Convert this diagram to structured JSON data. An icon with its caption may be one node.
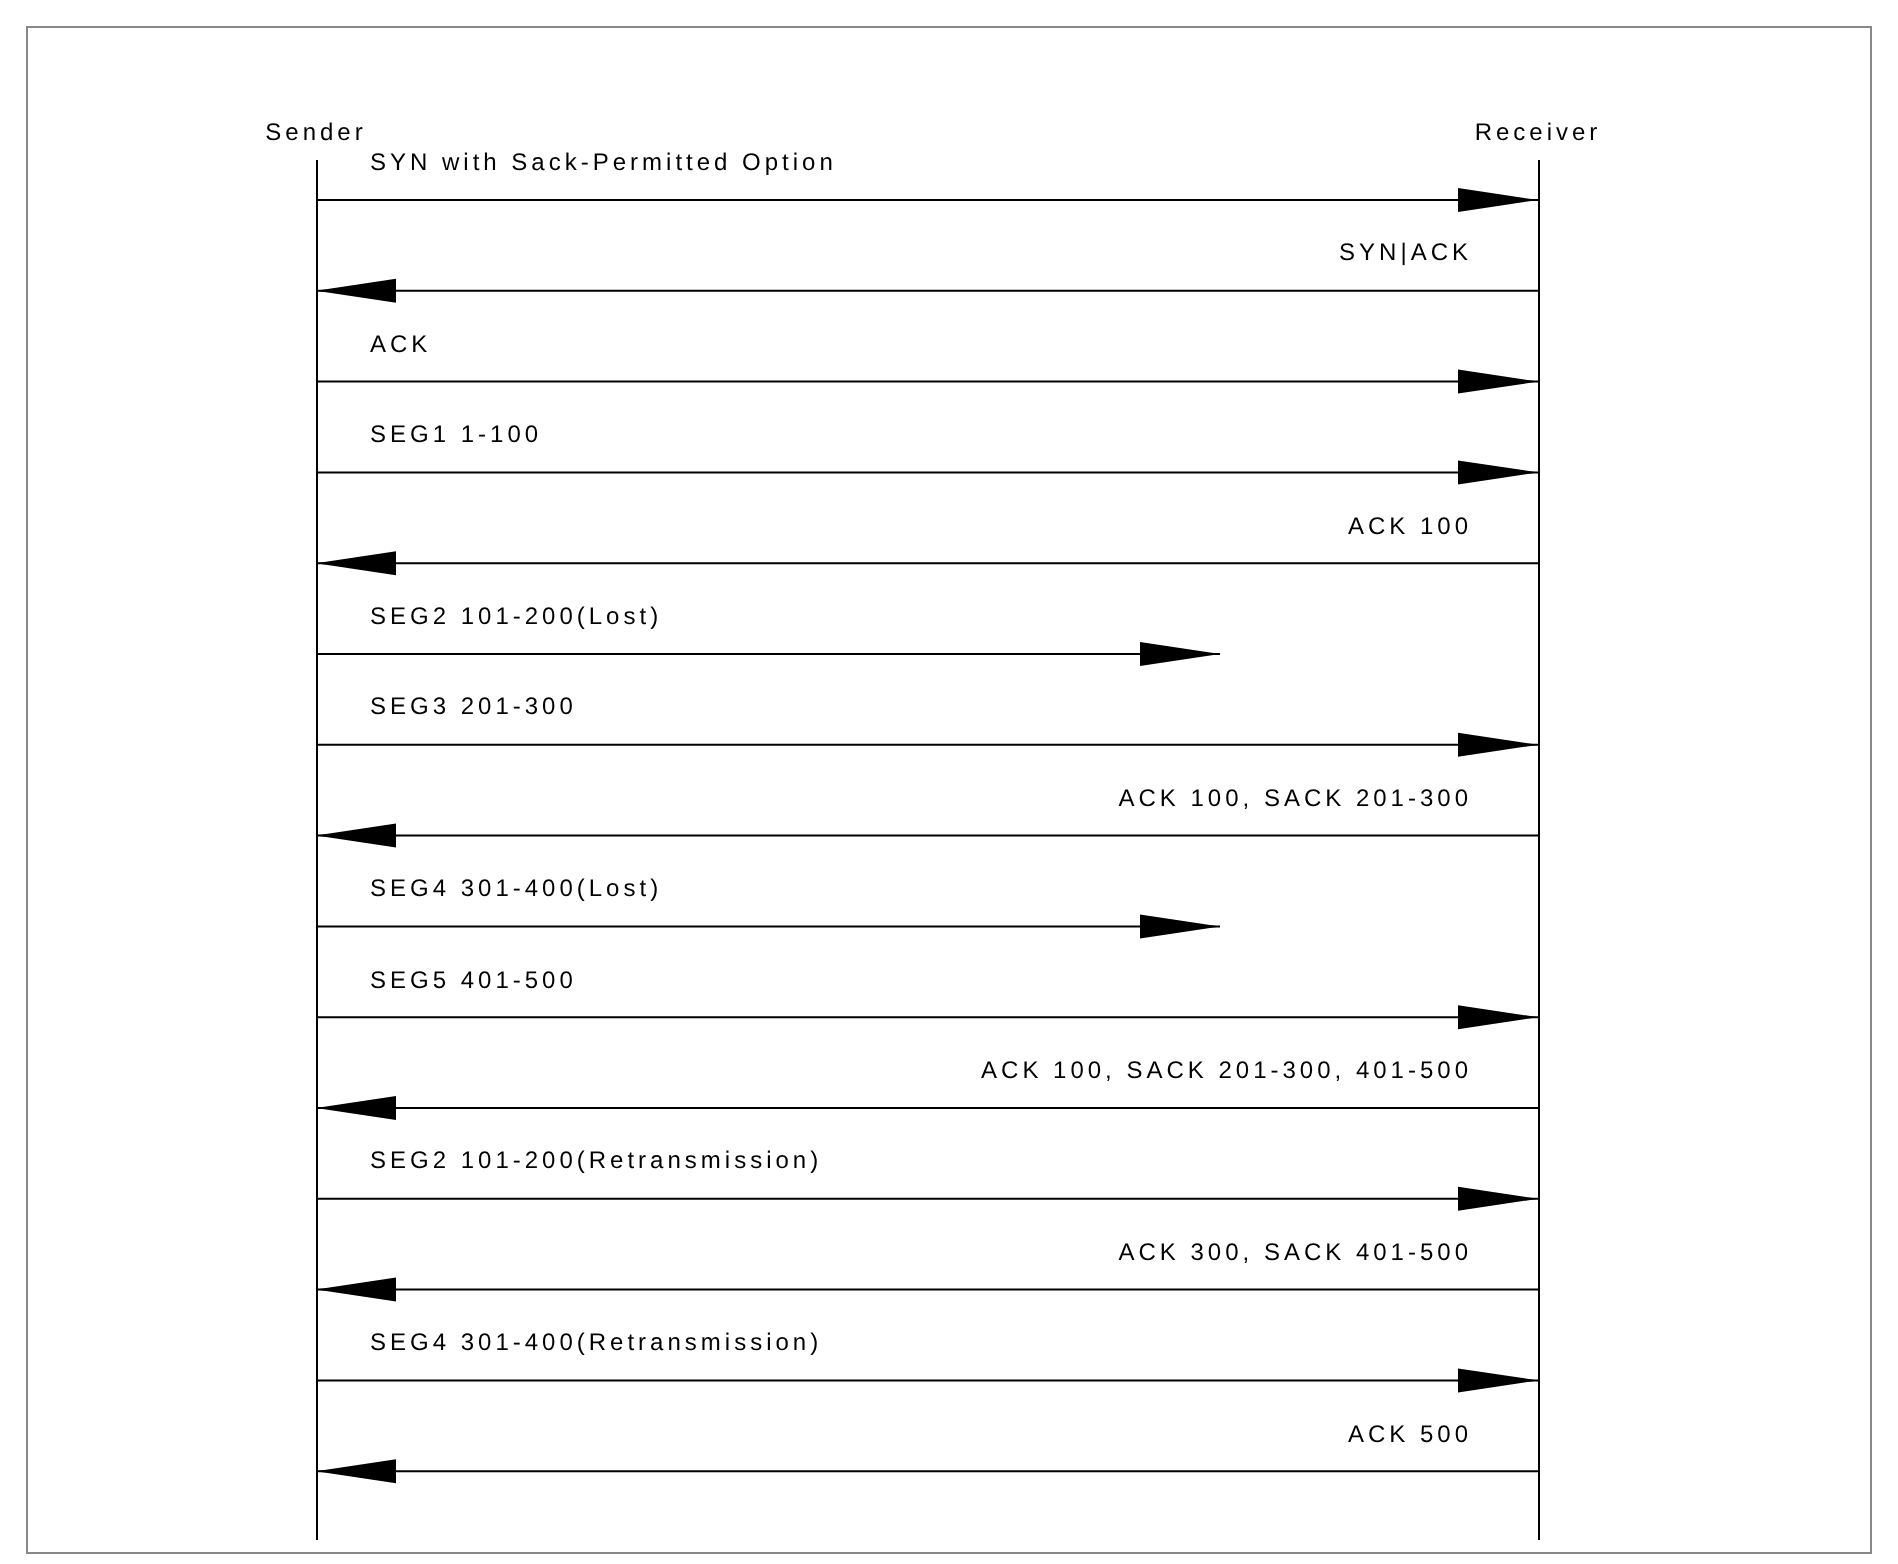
{
  "diagram": {
    "nodes": [
      {
        "text": [
          "Sender"
        ]
      },
      {
        "text": [
          "Receiver"
        ]
      }
    ],
    "edges": [
      {
        "from": 0,
        "to": 1,
        "arrow": "to",
        "label": "SYN with Sack-Permitted Option"
      },
      {
        "from": 1,
        "to": 0,
        "arrow": "to",
        "label": "SYN|ACK"
      },
      {
        "from": 0,
        "to": 1,
        "arrow": "to",
        "label": "ACK"
      },
      {
        "from": 0,
        "to": 1,
        "arrow": "to",
        "label": "SEG1 1-100"
      },
      {
        "from": 1,
        "to": 0,
        "arrow": "to",
        "label": "ACK 100"
      },
      {
        "from": 0,
        "to": null,
        "arrow": "to",
        "label": "SEG2 101-200(Lost)"
      },
      {
        "from": 0,
        "to": 1,
        "arrow": "to",
        "label": "SEG3 201-300"
      },
      {
        "from": 1,
        "to": 0,
        "arrow": "to",
        "label": "ACK 100, SACK 201-300"
      },
      {
        "from": 0,
        "to": null,
        "arrow": "to",
        "label": "SEG4 301-400(Lost)"
      },
      {
        "from": 0,
        "to": 1,
        "arrow": "to",
        "label": "SEG5 401-500"
      },
      {
        "from": 1,
        "to": 0,
        "arrow": "to",
        "label": "ACK 100, SACK 201-300, 401-500"
      },
      {
        "from": 0,
        "to": 1,
        "arrow": "to",
        "label": "SEG2 101-200(Retransmission)"
      },
      {
        "from": 1,
        "to": 0,
        "arrow": "to",
        "label": "ACK 300, SACK 401-500"
      },
      {
        "from": 0,
        "to": 1,
        "arrow": "to",
        "label": "SEG4 301-400(Retransmission)"
      },
      {
        "from": 1,
        "to": 0,
        "arrow": "to",
        "label": "ACK 500"
      }
    ]
  }
}
